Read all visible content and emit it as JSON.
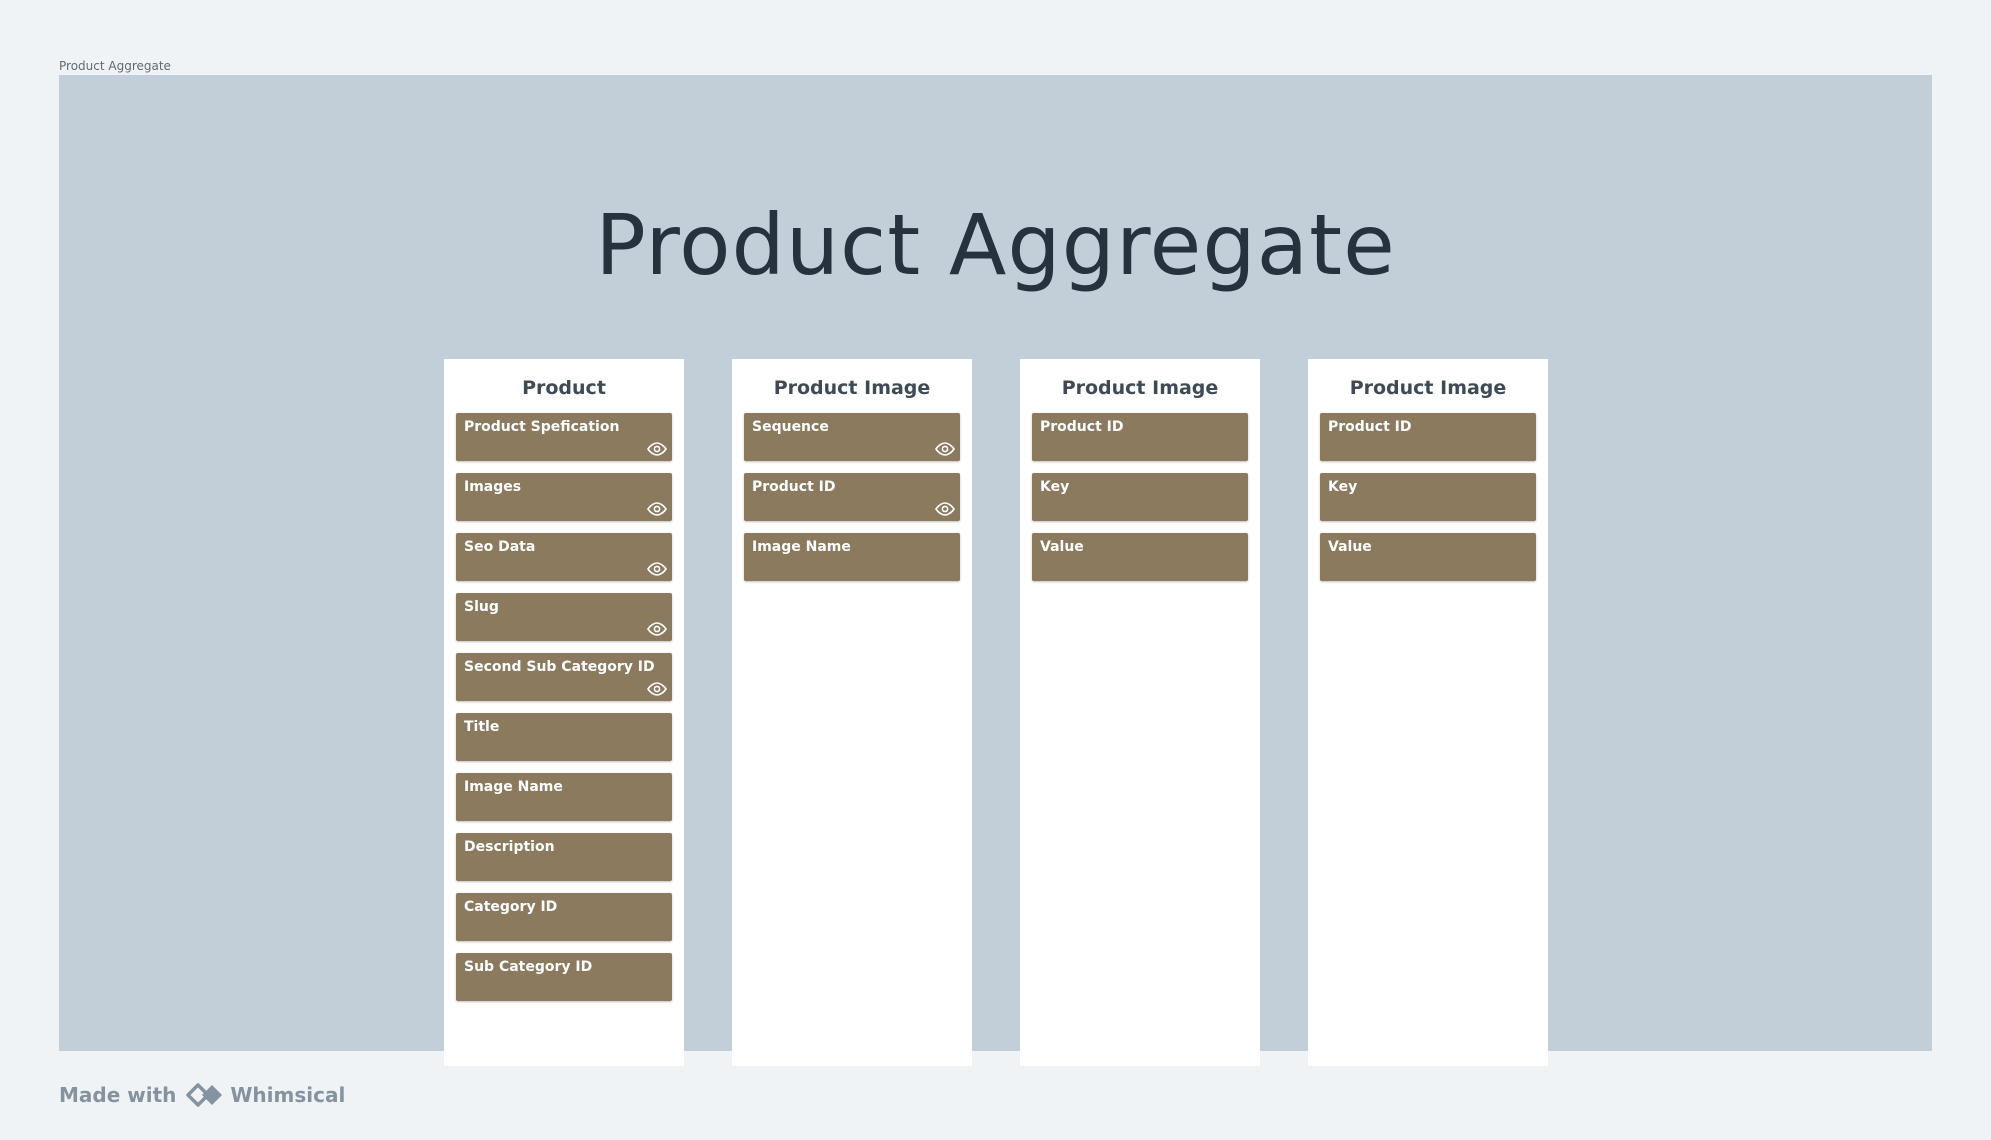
{
  "frame_label": "Product Aggregate",
  "board_title": "Product Aggregate",
  "colors": {
    "page_background": "#eff3f6",
    "frame_background": "#c2cfd9",
    "column_background": "#ffffff",
    "card_background": "#8b7a5e",
    "card_text": "#ffffff",
    "title_text": "#26333f"
  },
  "columns": [
    {
      "title": "Product",
      "cards": [
        {
          "label": "Product Spefication",
          "icon": "eye-icon"
        },
        {
          "label": "Images",
          "icon": "eye-icon"
        },
        {
          "label": "Seo Data",
          "icon": "eye-icon"
        },
        {
          "label": "Slug",
          "icon": "eye-icon"
        },
        {
          "label": "Second Sub Category ID",
          "icon": "eye-icon"
        },
        {
          "label": "Title"
        },
        {
          "label": "Image Name"
        },
        {
          "label": "Description"
        },
        {
          "label": "Category ID"
        },
        {
          "label": "Sub Category ID"
        }
      ]
    },
    {
      "title": "Product Image",
      "cards": [
        {
          "label": "Sequence",
          "icon": "eye-icon"
        },
        {
          "label": "Product ID",
          "icon": "eye-icon"
        },
        {
          "label": "Image Name"
        }
      ]
    },
    {
      "title": "Product Image",
      "cards": [
        {
          "label": "Product ID"
        },
        {
          "label": "Key"
        },
        {
          "label": "Value"
        }
      ]
    },
    {
      "title": "Product Image",
      "cards": [
        {
          "label": "Product ID"
        },
        {
          "label": "Key"
        },
        {
          "label": "Value"
        }
      ]
    }
  ],
  "footer": {
    "made_with": "Made with",
    "brand": "Whimsical",
    "logo_icon": "whimsical-logo-icon"
  }
}
